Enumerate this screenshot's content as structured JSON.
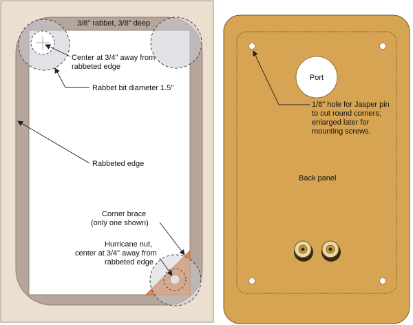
{
  "left_panel": {
    "rabbet_label": "3/8\" rabbet, 3/8\" deep",
    "center_label": [
      "Center at 3/4\" away from",
      "rabbeted edge"
    ],
    "bit_label": "Rabbet bit diameter 1.5\"",
    "edge_label": "Rabbeted edge",
    "brace_label": [
      "Corner brace",
      "(only one shown)"
    ],
    "nut_label": [
      "Hurricane nut,",
      "center at 3/4\" away from",
      "rabbeted edge"
    ]
  },
  "right_panel": {
    "port_label": "Port",
    "hole_label": [
      "1/8\" hole for Jasper pin",
      "to cut round corners;",
      "enlarged later for",
      "mounting screws."
    ],
    "panel_label": "Back panel"
  },
  "colors": {
    "board_background": "#ecdfcf",
    "rabbet_band": "#b5a59b",
    "back_panel": "#d6a452",
    "corner_brace": "#e08a56",
    "bit_circle_fill": "#c9cbd1"
  }
}
